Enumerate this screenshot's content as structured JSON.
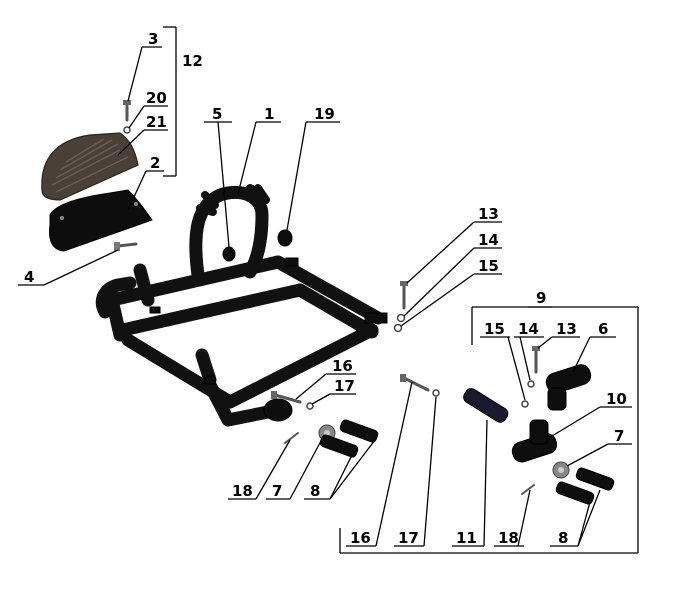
{
  "callouts": {
    "c1": "1",
    "c2": "2",
    "c3": "3",
    "c4": "4",
    "c5": "5",
    "c6": "6",
    "c7a": "7",
    "c7b": "7",
    "c8a": "8",
    "c8b": "8",
    "c9": "9",
    "c10": "10",
    "c11": "11",
    "c12": "12",
    "c13a": "13",
    "c13b": "13",
    "c14a": "14",
    "c14b": "14",
    "c15a": "15",
    "c15b": "15",
    "c16a": "16",
    "c16b": "16",
    "c17a": "17",
    "c17b": "17",
    "c18a": "18",
    "c18b": "18",
    "c19": "19",
    "c20": "20",
    "c21": "21"
  }
}
